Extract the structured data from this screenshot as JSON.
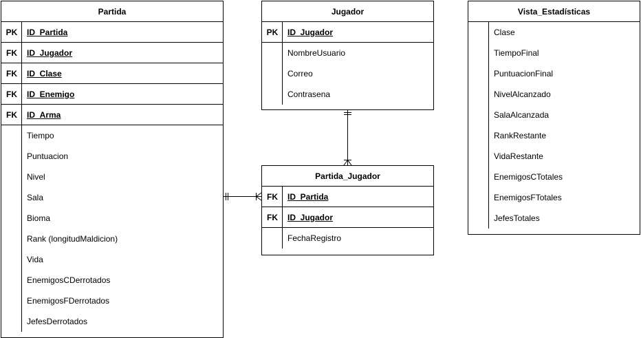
{
  "entities": {
    "partida": {
      "title": "Partida",
      "keys": [
        {
          "key": "PK",
          "name": "ID_Partida"
        },
        {
          "key": "FK",
          "name": "ID_Jugador"
        },
        {
          "key": "FK",
          "name": "ID_Clase"
        },
        {
          "key": "FK",
          "name": "ID_Enemigo"
        },
        {
          "key": "FK",
          "name": "ID_Arma"
        }
      ],
      "fields": [
        "Tiempo",
        "Puntuacion",
        "Nivel",
        "Sala",
        "Bioma",
        "Rank (longitudMaldicion)",
        "Vida",
        "EnemigosCDerrotados",
        "EnemigosFDerrotados",
        "JefesDerrotados"
      ]
    },
    "jugador": {
      "title": "Jugador",
      "keys": [
        {
          "key": "PK",
          "name": "ID_Jugador"
        }
      ],
      "fields": [
        "NombreUsuario",
        "Correo",
        "Contrasena"
      ]
    },
    "partida_jugador": {
      "title": "Partida_Jugador",
      "keys": [
        {
          "key": "FK",
          "name": "ID_Partida"
        },
        {
          "key": "FK",
          "name": "ID_Jugador"
        }
      ],
      "fields": [
        "FechaRegistro"
      ]
    },
    "vista": {
      "title": "Vista_Estadísticas",
      "keys": [],
      "fields": [
        "Clase",
        "TiempoFinal",
        "PuntuacionFinal",
        "NivelAlcanzado",
        "SalaAlcanzada",
        "RankRestante",
        "VidaRestante",
        "EnemigosCTotales",
        "EnemigosFTotales",
        "JefesTotales"
      ]
    }
  },
  "relationships": [
    {
      "from": "partida",
      "to": "partida_jugador",
      "from_end": "one-and-only-one",
      "to_end": "one-or-many"
    },
    {
      "from": "jugador",
      "to": "partida_jugador",
      "from_end": "one-and-only-one",
      "to_end": "one-or-many"
    }
  ],
  "colors": {
    "line": "#000000",
    "background": "#ffffff"
  }
}
